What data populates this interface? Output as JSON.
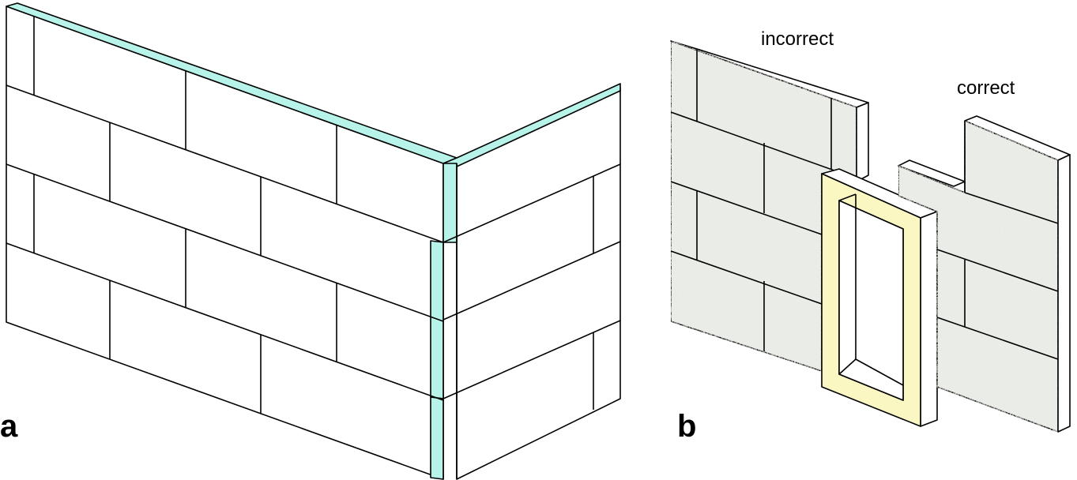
{
  "panels": {
    "a": {
      "letter": "a"
    },
    "b": {
      "letter": "b",
      "incorrect_label": "incorrect",
      "correct_label": "correct"
    }
  },
  "colors": {
    "insulation_strip": "#b8f3ea",
    "window_frame": "#fbf7c2",
    "block_face": "#ffffff",
    "textured_block": "#e9ebe6",
    "line": "#000000"
  }
}
